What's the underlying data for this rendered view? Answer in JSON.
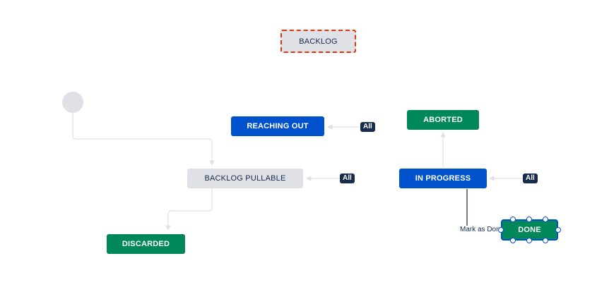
{
  "statuses": {
    "backlog": "BACKLOG",
    "reaching_out": "REACHING OUT",
    "aborted": "ABORTED",
    "backlog_pullable": "BACKLOG PULLABLE",
    "in_progress": "IN PROGRESS",
    "discarded": "DISCARDED",
    "done": "DONE"
  },
  "badges": {
    "all_reaching_out": "All",
    "all_backlog_pullable": "All",
    "all_in_progress": "All"
  },
  "transitions": {
    "mark_as_done": "Mark as Done"
  },
  "colors": {
    "gray_status": "#dfe1e6",
    "blue_status": "#0052cc",
    "green_status": "#00875a",
    "selection_dashed": "#de350b",
    "badge": "#172b4d",
    "connector": "#dfe1e6"
  }
}
